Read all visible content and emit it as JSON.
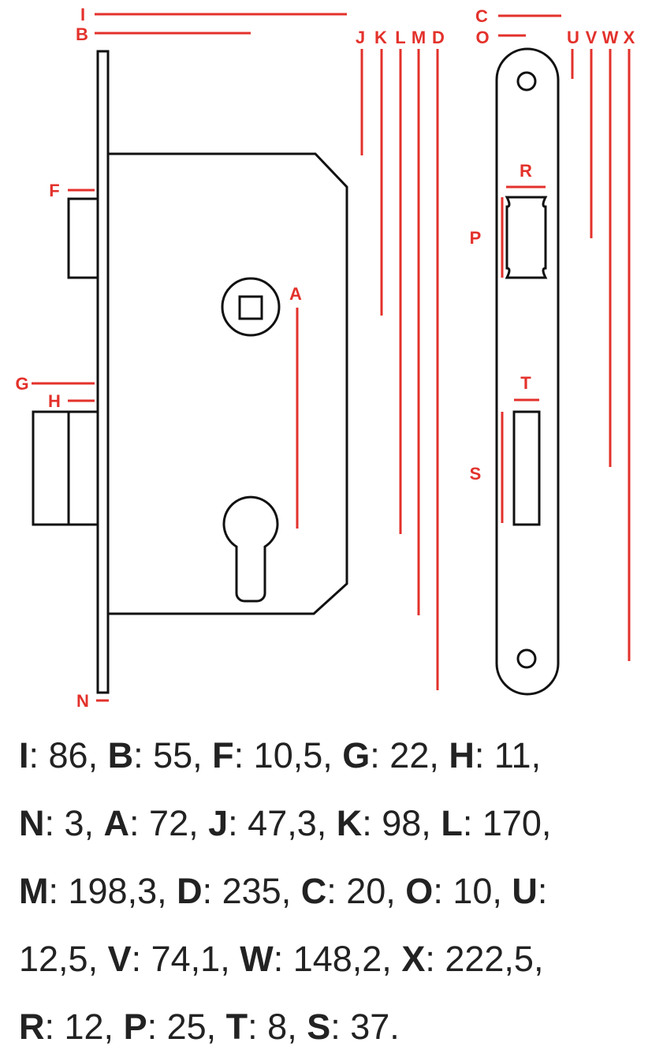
{
  "labels": {
    "I": "I",
    "B": "B",
    "J": "J",
    "K": "K",
    "L": "L",
    "M": "M",
    "D": "D",
    "F": "F",
    "G": "G",
    "H": "H",
    "N": "N",
    "A": "A",
    "C": "C",
    "O": "O",
    "U": "U",
    "V": "V",
    "W": "W",
    "X": "X",
    "R": "R",
    "P": "P",
    "T": "T",
    "S": "S"
  },
  "colors": {
    "dimension": "#e3312b",
    "outline": "#111111"
  },
  "legend": [
    [
      {
        "k": "I",
        "v": ": 86, "
      },
      {
        "k": "B",
        "v": ": 55, "
      },
      {
        "k": "F",
        "v": ": 10,5, "
      },
      {
        "k": "G",
        "v": ": 22, "
      },
      {
        "k": "H",
        "v": ": 11,"
      }
    ],
    [
      {
        "k": "N",
        "v": ": 3, "
      },
      {
        "k": "A",
        "v": ": 72, "
      },
      {
        "k": "J",
        "v": ": 47,3, "
      },
      {
        "k": "K",
        "v": ": 98, "
      },
      {
        "k": "L",
        "v": ": 170,"
      }
    ],
    [
      {
        "k": "M",
        "v": ": 198,3, "
      },
      {
        "k": "D",
        "v": ": 235, "
      },
      {
        "k": "C",
        "v": ": 20, "
      },
      {
        "k": "O",
        "v": ": 10, "
      },
      {
        "k": "U",
        "v": ":"
      }
    ],
    [
      {
        "k": "",
        "v": "12,5, "
      },
      {
        "k": "V",
        "v": ": 74,1, "
      },
      {
        "k": "W",
        "v": ": 148,2, "
      },
      {
        "k": "X",
        "v": ": 222,5,"
      }
    ],
    [
      {
        "k": "R",
        "v": ": 12, "
      },
      {
        "k": "P",
        "v": ": 25, "
      },
      {
        "k": "T",
        "v": ": 8, "
      },
      {
        "k": "S",
        "v": ": 37."
      }
    ]
  ]
}
